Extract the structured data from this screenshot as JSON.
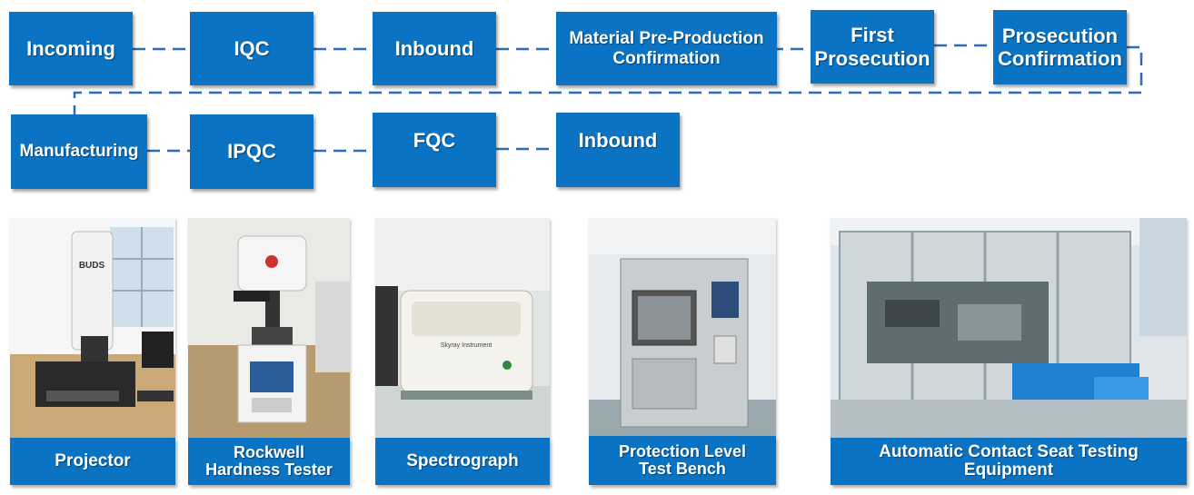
{
  "flow": {
    "row1": [
      {
        "label": "Incoming"
      },
      {
        "label": "IQC"
      },
      {
        "label": "Inbound"
      },
      {
        "label": "Material Pre-Production\nConfirmation"
      },
      {
        "label": "First\nProsecution"
      },
      {
        "label": "Prosecution\nConfirmation"
      }
    ],
    "row2": [
      {
        "label": "Manufacturing"
      },
      {
        "label": "IPQC"
      },
      {
        "label": "FQC"
      },
      {
        "label": "Inbound"
      }
    ],
    "connector_style": "dashed",
    "box_color": "#0a73c4",
    "line_color": "#2b6cb8"
  },
  "equipment": [
    {
      "caption": "Projector",
      "photo_icon": "projector-measuring-machine",
      "machine_label": "BUDS"
    },
    {
      "caption": "Rockwell\nHardness Tester",
      "photo_icon": "hardness-tester-machine"
    },
    {
      "caption": "Spectrograph",
      "photo_icon": "spectrometer-machine",
      "machine_label": "Skyray Instrument"
    },
    {
      "caption": "Protection Level\nTest Bench",
      "photo_icon": "test-chamber-machine"
    },
    {
      "caption": "Automatic Contact Seat Testing\nEquipment",
      "photo_icon": "automatic-testing-line"
    }
  ]
}
